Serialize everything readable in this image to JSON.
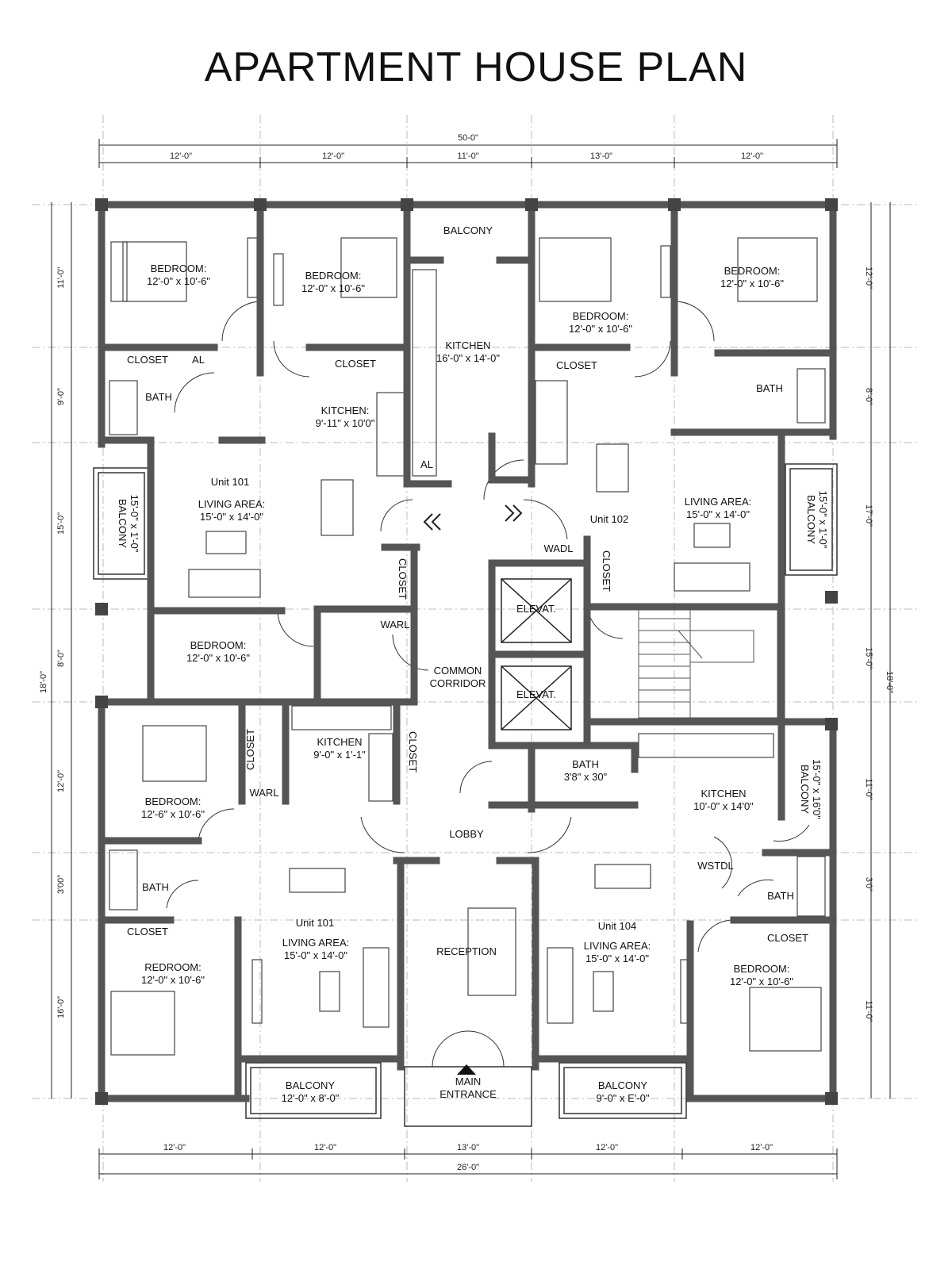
{
  "title": "APARTMENT HOUSE PLAN",
  "dimensions": {
    "top_total": "50-0\"",
    "top": [
      "12'-0\"",
      "12'-0\"",
      "11'-0\"",
      "13'-0\"",
      "12'-0\""
    ],
    "bottom": [
      "12'-0\"",
      "12'-0\"",
      "13'-0\"",
      "12'-0\"",
      "12'-0\""
    ],
    "bottom_total": "26'-0\"",
    "left": [
      "11'-0\"",
      "9'-0\"",
      "15'-0\"",
      "8'-0\"",
      "12'-0\"",
      "3'00\"",
      "16'-0\""
    ],
    "left_total": "18'-0\"",
    "right": [
      "12'-0\"",
      "8'-0\"",
      "17'-0\"",
      "15'-0\"",
      "11'-0\"",
      "3'0\"",
      "11'-0\""
    ],
    "right_total": "18'-0\""
  },
  "rooms": {
    "bedroom_a": {
      "name": "BEDROOM:",
      "size": "12'-0\" x 10'-6\""
    },
    "bedroom_b": {
      "name": "BEDROOM:",
      "size": "12'-0\" x 10'-6\""
    },
    "balcony_top": "BALCONY",
    "kitchen_center": {
      "name": "KITCHEN",
      "size": "16'-0\" x 14'-0\""
    },
    "bedroom_c": {
      "name": "BEDROOM:",
      "size": "12'-0\" x 10'-6\""
    },
    "bedroom_d": {
      "name": "BEDROOM:",
      "size": "12'-0\" x 10'-6\""
    },
    "closet_1": "CLOSET",
    "al_1": "AL",
    "closet_2": "CLOSET",
    "closet_3": "CLOSET",
    "bath_1": "BATH",
    "kitchen_101": {
      "name": "KITCHEN:",
      "size": "9'-11\" x 10'0\""
    },
    "bath_2": "BATH",
    "al_2": "AL",
    "unit_101": "Unit 101",
    "living_101": {
      "name": "LIVING AREA:",
      "size": "15'-0\" x 14'-0\""
    },
    "balcony_left": {
      "name": "BALCONY",
      "size": "15'-0\" x 1'-0\""
    },
    "unit_102": "Unit 102",
    "living_102": {
      "name": "LIVING AREA:",
      "size": "15'-0\" x 14'-0\""
    },
    "balcony_right": {
      "name": "BALCONY",
      "size": "15'-0\" x 1'-0\""
    },
    "wadl": "WADL",
    "closet_v1": "CLOSET",
    "closet_v2": "CLOSET",
    "elevator_1": "ELEVAT.",
    "elevator_2": "ELEVAT.",
    "bedroom_e": {
      "name": "BEDROOM:",
      "size": "12'-0\" x 10'-6\""
    },
    "warl_1": "WARL",
    "common_corridor": [
      "COMMON",
      "CORRIDOR"
    ],
    "bedroom_f": {
      "name": "BEDROOM:",
      "size": "12'-6\" x 10'-6\""
    },
    "closet_v3": "CLOSET",
    "warl_2": "WARL",
    "kitchen_103": {
      "name": "KITCHEN",
      "size": "9'-0\" x 1'-1\""
    },
    "closet_v4": "CLOSET",
    "bath_3": {
      "name": "BATH",
      "size": "3'8\" x 30\""
    },
    "kitchen_104": {
      "name": "KITCHEN",
      "size": "10'-0\" x 14'0\""
    },
    "balcony_right2": {
      "name": "BALCONY",
      "size": "15'-0\" x 16'0\""
    },
    "lobby": "LOBBY",
    "bath_4": "BATH",
    "wstdl": "WSTDL",
    "bath_5": "BATH",
    "unit_101b": "Unit 101",
    "living_103": {
      "name": "LIVING AREA:",
      "size": "15'-0\" x 14'-0\""
    },
    "reception": "RECEPTION",
    "unit_104": "Unit 104",
    "living_104": {
      "name": "LIVING AREA:",
      "size": "15'-0\" x 14'-0\""
    },
    "closet_4": "CLOSET",
    "closet_5": "CLOSET",
    "bedroom_g": {
      "name": "REDROOM:",
      "size": "12'-0\" x 10'-6\""
    },
    "bedroom_h": {
      "name": "BEDROOM:",
      "size": "12'-0\" x 10'-6\""
    },
    "balcony_bl": {
      "name": "BALCONY",
      "size": "12'-0\" x 8'-0\""
    },
    "main_entrance": [
      "MAIN",
      "ENTRANCE"
    ],
    "balcony_br": {
      "name": "BALCONY",
      "size": "9'-0\" x E'-0\""
    }
  }
}
